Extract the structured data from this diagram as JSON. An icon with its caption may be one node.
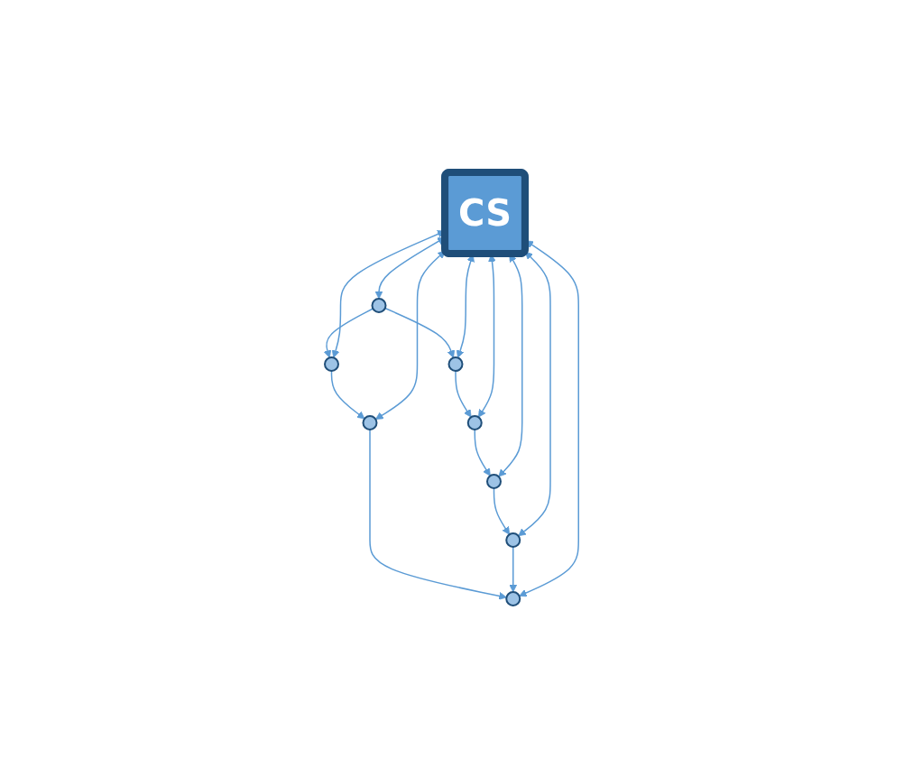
{
  "diagram": {
    "nodes": [
      {
        "text": [],
        "shape": "circle"
      },
      {
        "text": [],
        "shape": "circle"
      },
      {
        "text": [],
        "shape": "circle"
      },
      {
        "text": [],
        "shape": "circle"
      },
      {
        "text": [
          "CS"
        ]
      },
      {
        "text": [],
        "shape": "circle"
      },
      {
        "text": [],
        "shape": "circle"
      },
      {
        "text": [],
        "shape": "circle"
      },
      {
        "text": [],
        "shape": "circle"
      }
    ],
    "edges": [
      {
        "from": 1,
        "to": 0,
        "arrow": "to"
      },
      {
        "from": 0,
        "to": 2,
        "arrow": "to"
      },
      {
        "from": 1,
        "to": 3,
        "arrow": "to"
      },
      {
        "from": 2,
        "to": 5,
        "arrow": "to"
      },
      {
        "from": 3,
        "to": 6,
        "arrow": "to"
      },
      {
        "from": 5,
        "to": 7,
        "arrow": "to"
      },
      {
        "from": 6,
        "to": 8,
        "arrow": "to"
      },
      {
        "from": 7,
        "to": 8,
        "arrow": "to"
      },
      {
        "from": 4,
        "to": 0,
        "arrow": "both"
      },
      {
        "from": 4,
        "to": 1,
        "arrow": "both"
      },
      {
        "from": 4,
        "to": 2,
        "arrow": "both"
      },
      {
        "from": 4,
        "to": 3,
        "arrow": "both"
      },
      {
        "from": 4,
        "to": 5,
        "arrow": "both"
      },
      {
        "from": 4,
        "to": 6,
        "arrow": "both"
      },
      {
        "from": 4,
        "to": 7,
        "arrow": "both"
      },
      {
        "from": 4,
        "to": 8,
        "arrow": "both"
      }
    ]
  }
}
